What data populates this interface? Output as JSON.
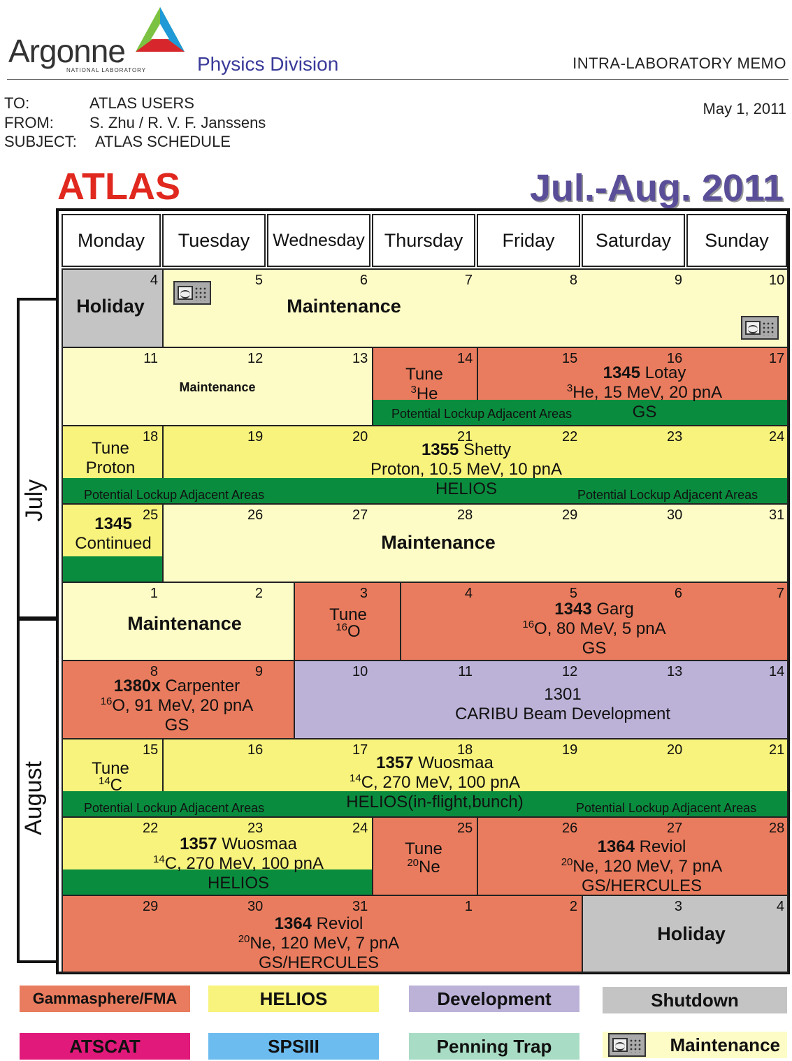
{
  "header": {
    "logo_word": "Argonne",
    "logo_sub": "NATIONAL LABORATORY",
    "division": "Physics Division",
    "memo_type": "INTRA-LABORATORY MEMO",
    "to_label": "TO:",
    "to_value": "ATLAS USERS",
    "from_label": "FROM:",
    "from_value": "S. Zhu / R. V. F. Janssens",
    "subject_label": "SUBJECT:",
    "subject_value": "ATLAS SCHEDULE",
    "date": "May 1, 2011"
  },
  "title": "ATLAS",
  "period": "Jul.-Aug. 2011",
  "days": [
    "Monday",
    "Tuesday",
    "Wednesday",
    "Thursday",
    "Friday",
    "Saturday",
    "Sunday"
  ],
  "months": {
    "july": "July",
    "august": "August"
  },
  "lockup": "Potential Lockup Adjacent Areas",
  "weeks": [
    {
      "nums": [
        "4",
        "5",
        "6",
        "7",
        "8",
        "9",
        "10"
      ],
      "events": {
        "holiday": "Holiday",
        "maint": "Maintenance"
      }
    },
    {
      "nums": [
        "11",
        "12",
        "13",
        "14",
        "15",
        "16",
        "17"
      ],
      "events": {
        "maint": "Maintenance",
        "tune": "Tune",
        "tune_iso": "3",
        "tune_el": "He",
        "exp_id": "1345",
        "exp_name": " Lotay",
        "beam_iso": "3",
        "beam": "He, 15 MeV, 20 pnA",
        "det": "GS"
      }
    },
    {
      "nums": [
        "18",
        "19",
        "20",
        "21",
        "22",
        "23",
        "24"
      ],
      "events": {
        "tune": "Tune",
        "tune_el": "Proton",
        "exp_id": "1355",
        "exp_name": " Shetty",
        "beam": "Proton, 10.5 MeV, 10 pnA",
        "det": "HELIOS"
      }
    },
    {
      "nums": [
        "25",
        "26",
        "27",
        "28",
        "29",
        "30",
        "31"
      ],
      "events": {
        "cont_id": "1345",
        "cont": "Continued",
        "maint": "Maintenance"
      }
    },
    {
      "nums": [
        "1",
        "2",
        "3",
        "4",
        "5",
        "6",
        "7"
      ],
      "events": {
        "maint": "Maintenance",
        "tune": "Tune",
        "tune_iso": "16",
        "tune_el": "O",
        "exp_id": "1343",
        "exp_name": " Garg",
        "beam_iso": "16",
        "beam": "O, 80 MeV, 5 pnA",
        "det": "GS"
      }
    },
    {
      "nums": [
        "8",
        "9",
        "10",
        "11",
        "12",
        "13",
        "14"
      ],
      "events": {
        "exp_id": "1380x",
        "exp_name": " Carpenter",
        "beam_iso": "16",
        "beam": "O, 91 MeV, 20 pnA",
        "det": "GS",
        "dev_id": "1301",
        "dev": "CARIBU Beam Development"
      }
    },
    {
      "nums": [
        "15",
        "16",
        "17",
        "18",
        "19",
        "20",
        "21"
      ],
      "events": {
        "tune": "Tune",
        "tune_iso": "14",
        "tune_el": "C",
        "exp_id": "1357",
        "exp_name": " Wuosmaa",
        "beam_iso": "14",
        "beam": "C, 270 MeV, 100 pnA",
        "det": "HELIOS(in-flight,bunch)"
      }
    },
    {
      "nums": [
        "22",
        "23",
        "24",
        "25",
        "26",
        "27",
        "28"
      ],
      "events": {
        "exp_id": "1357",
        "exp_name": " Wuosmaa",
        "beam_iso": "14",
        "beam": "C, 270 MeV, 100 pnA",
        "det": "HELIOS",
        "tune": "Tune",
        "tune_iso": "20",
        "tune_el": "Ne",
        "exp2_id": "1364",
        "exp2_name": " Reviol",
        "beam2_iso": "20",
        "beam2": "Ne, 120 MeV, 7 pnA",
        "det2": "GS/HERCULES"
      }
    },
    {
      "nums": [
        "29",
        "30",
        "31",
        "1",
        "2",
        "3",
        "4"
      ],
      "events": {
        "exp_id": "1364",
        "exp_name": " Reviol",
        "beam_iso": "20",
        "beam": "Ne, 120 MeV, 7 pnA",
        "det": "GS/HERCULES",
        "holiday": "Holiday"
      }
    }
  ],
  "legend": [
    {
      "label": "Gammasphere/FMA",
      "color": "#e97c5e"
    },
    {
      "label": "HELIOS",
      "color": "#f8f37c"
    },
    {
      "label": "Development",
      "color": "#bcb2d8"
    },
    {
      "label": "Shutdown",
      "color": "#c4c4c4"
    },
    {
      "label": "ATSCAT",
      "color": "#e0197a"
    },
    {
      "label": "SPSIII",
      "color": "#6cbcf0"
    },
    {
      "label": "Penning Trap",
      "color": "#a9dcc4"
    },
    {
      "label": "Maintenance",
      "color": "#fdfcc6",
      "icon": "oscilloscope-icon"
    }
  ]
}
